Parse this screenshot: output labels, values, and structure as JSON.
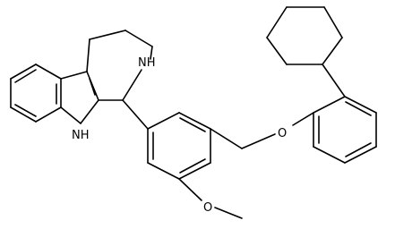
{
  "structure": {
    "atom_labels": {
      "nh_piperidine": "NH",
      "nh_indole": "NH",
      "ether_oxygen": "O",
      "methoxy_oxygen": "O"
    },
    "colors": {
      "bond": "#000000",
      "label": "#000000",
      "background": "#ffffff"
    }
  }
}
